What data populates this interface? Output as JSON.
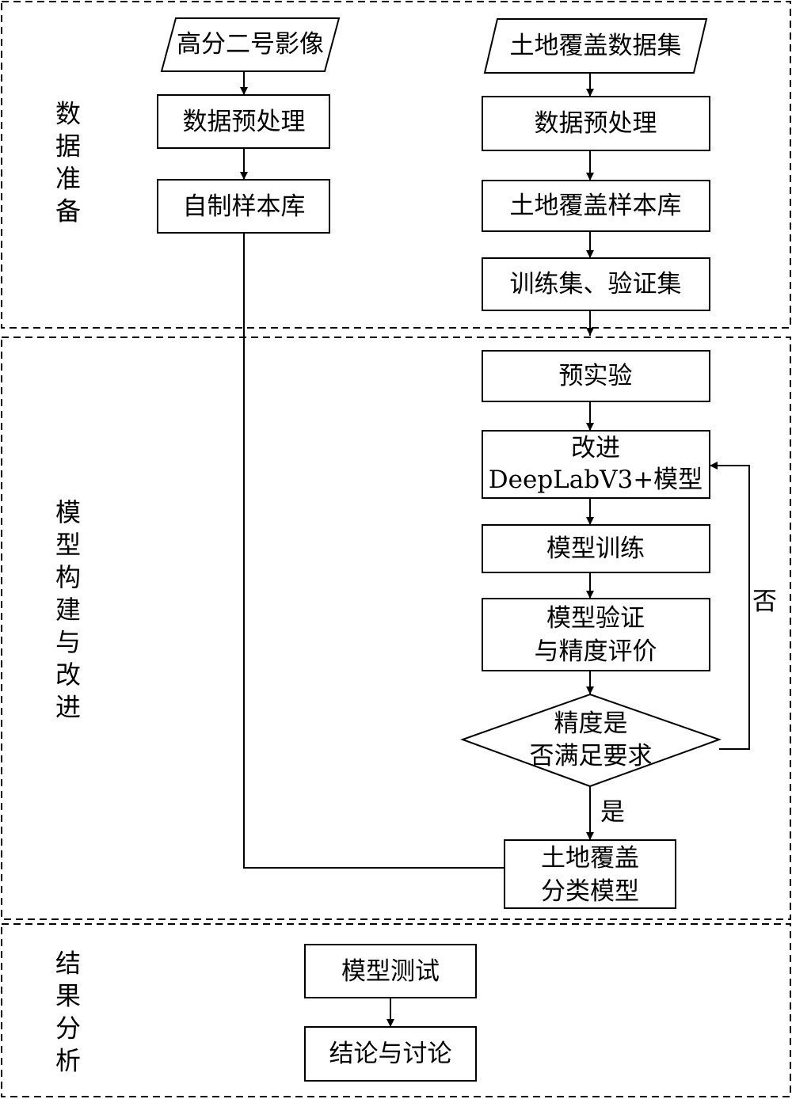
{
  "sections": {
    "prep": "数据准备",
    "model": "模型构建与改进",
    "result": "结果分析"
  },
  "nodes": {
    "gf2_image": "高分二号影像",
    "landcover_dataset": "土地覆盖数据集",
    "preprocess_left": "数据预处理",
    "preprocess_right": "数据预处理",
    "self_sample_lib": "自制样本库",
    "landcover_sample_lib": "土地覆盖样本库",
    "train_val_set": "训练集、验证集",
    "pre_experiment": "预实验",
    "improve_model": [
      "改进",
      "DeepLabV3+模型"
    ],
    "model_training": "模型训练",
    "model_validation": [
      "模型验证",
      "与精度评价"
    ],
    "accuracy_decision": [
      "精度是",
      "否满足要求"
    ],
    "classification_model": [
      "土地覆盖",
      "分类模型"
    ],
    "model_test": "模型测试",
    "conclusion": "结论与讨论"
  },
  "edge_labels": {
    "no": "否",
    "yes": "是"
  }
}
